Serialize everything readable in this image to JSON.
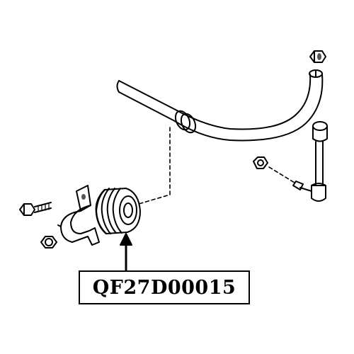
{
  "diagram": {
    "part_number": "QF27D00015",
    "colors": {
      "line": "#000000",
      "fill": "#ffffff",
      "shade": "#555555"
    },
    "parts": [
      "stabilizer-bar",
      "stabilizer-bushing",
      "bushing-bracket",
      "bracket-bolt",
      "bracket-nut",
      "stabilizer-link",
      "link-top-nut",
      "link-lower-nut"
    ]
  }
}
